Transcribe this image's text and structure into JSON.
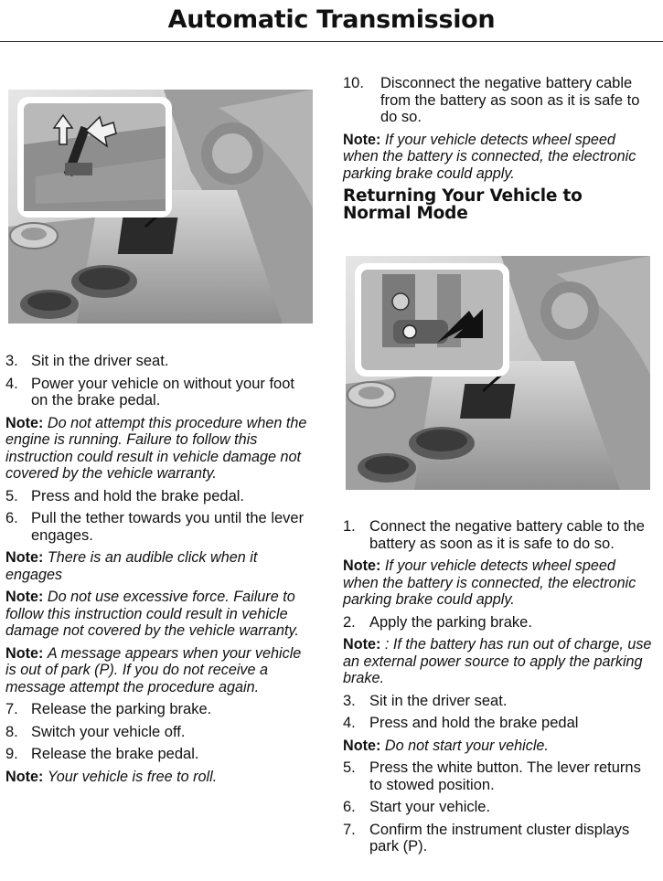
{
  "header": {
    "title": "Automatic Transmission"
  },
  "left": {
    "steps_a": [
      {
        "num": "3.",
        "text": "Sit in the driver seat."
      },
      {
        "num": "4.",
        "text": "Power your vehicle on without your foot on the brake pedal."
      }
    ],
    "note_a": {
      "label": "Note:",
      "text": "Do not attempt this procedure when the engine is running. Failure to follow this instruction could result in vehicle damage not covered by the vehicle warranty."
    },
    "steps_b": [
      {
        "num": "5.",
        "text": "Press and hold the brake pedal."
      },
      {
        "num": "6.",
        "text": "Pull the tether towards you until the lever engages."
      }
    ],
    "note_b": {
      "label": "Note:",
      "text": "There is an audible click when it engages"
    },
    "note_c": {
      "label": "Note:",
      "text": "Do not use excessive force. Failure to follow this instruction could result in vehicle damage not covered by the vehicle warranty."
    },
    "note_d": {
      "label": "Note:",
      "text": "A message appears when your vehicle is out of park (P). If you do not receive a message attempt the procedure again."
    },
    "steps_c": [
      {
        "num": "7.",
        "text": "Release the parking brake."
      },
      {
        "num": "8.",
        "text": "Switch your vehicle off."
      },
      {
        "num": "9.",
        "text": "Release the brake pedal."
      }
    ],
    "note_e": {
      "label": "Note:",
      "text": "Your vehicle is free to roll."
    }
  },
  "right": {
    "step_10": {
      "num": "10.",
      "text": "Disconnect the negative battery cable from the battery as soon as it is safe to do so."
    },
    "note_a": {
      "label": "Note:",
      "text": "If your vehicle detects wheel speed when the battery is connected, the electronic parking brake could apply."
    },
    "section_title": "Returning Your Vehicle to Normal Mode",
    "step_1": {
      "num": "1.",
      "text": "Connect the negative battery cable to the battery as soon as it is safe to do so."
    },
    "note_b": {
      "label": "Note:",
      "text": "If your vehicle detects wheel speed when the battery is connected, the electronic parking brake could apply."
    },
    "step_2": {
      "num": "2.",
      "text": "Apply the parking brake."
    },
    "note_c": {
      "label": "Note:",
      "text": ": If the battery has run out of charge, use an external power source to apply the parking brake."
    },
    "steps_d": [
      {
        "num": "3.",
        "text": "Sit in the driver seat."
      },
      {
        "num": "4.",
        "text": "Press and hold the brake pedal"
      }
    ],
    "note_d": {
      "label": "Note:",
      "text": "Do not start your vehicle."
    },
    "steps_e": [
      {
        "num": "5.",
        "text": "Press the white button. The lever returns to stowed position."
      },
      {
        "num": "6.",
        "text": "Start your vehicle."
      },
      {
        "num": "7.",
        "text": "Confirm the instrument cluster displays park (P)."
      }
    ]
  }
}
